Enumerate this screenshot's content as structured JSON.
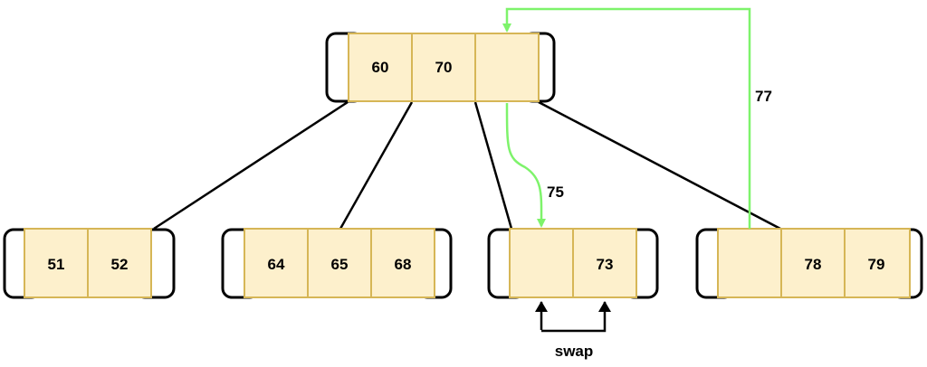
{
  "nodes": {
    "root": {
      "keys": [
        "60",
        "70",
        ""
      ]
    },
    "leaf1": {
      "keys": [
        "51",
        "52"
      ]
    },
    "leaf2": {
      "keys": [
        "64",
        "65",
        "68"
      ]
    },
    "leaf3": {
      "keys": [
        "",
        "73"
      ]
    },
    "leaf4": {
      "keys": [
        "",
        "78",
        "79"
      ]
    }
  },
  "labels": {
    "down_arrow": "75",
    "up_arrow": "77",
    "swap": "swap"
  },
  "colors": {
    "cell_fill": "#fdf0cc",
    "cell_border": "#d6b656",
    "highlight_arrow": "#7ef36b"
  }
}
